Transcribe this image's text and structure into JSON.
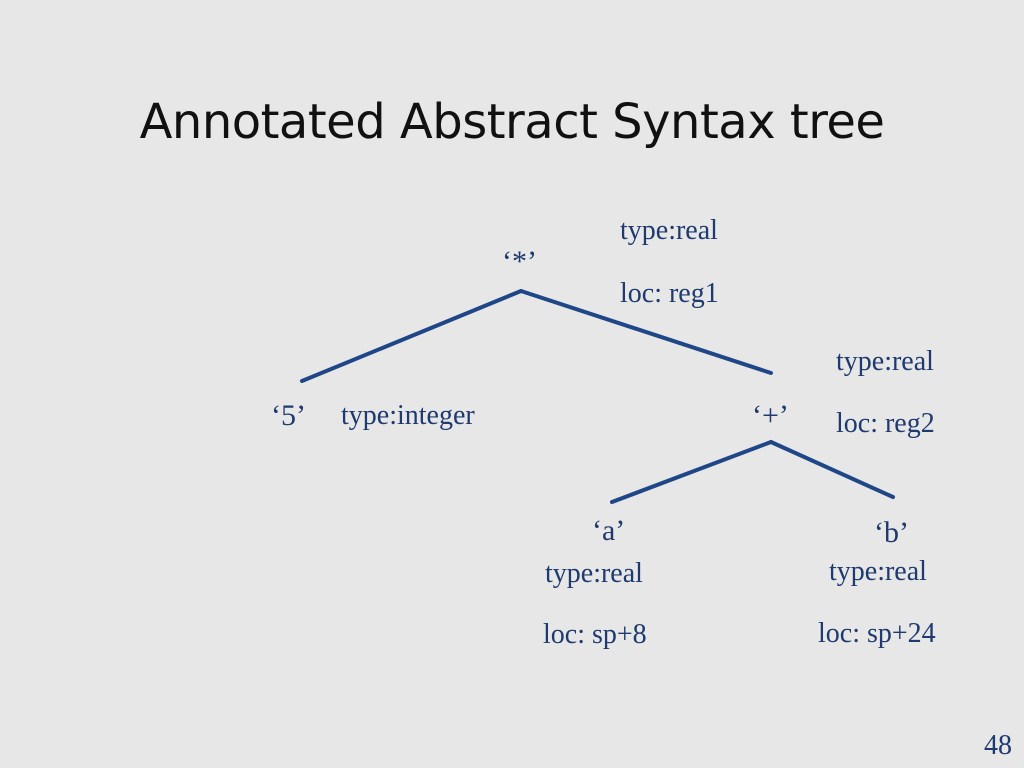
{
  "slide": {
    "title": "Annotated Abstract Syntax tree",
    "page_number": "48"
  },
  "tree": {
    "root": {
      "label": "‘*’",
      "type": "type:real",
      "loc": "loc: reg1"
    },
    "five": {
      "label": "‘5’",
      "type": "type:integer"
    },
    "plus": {
      "label": "‘+’",
      "type": "type:real",
      "loc": "loc: reg2"
    },
    "a": {
      "label": "‘a’",
      "type": "type:real",
      "loc": "loc: sp+8"
    },
    "b": {
      "label": "‘b’",
      "type": "type:real",
      "loc": "loc: sp+24"
    },
    "edges": [
      {
        "from": "root",
        "to": "five"
      },
      {
        "from": "root",
        "to": "plus"
      },
      {
        "from": "plus",
        "to": "a"
      },
      {
        "from": "plus",
        "to": "b"
      }
    ]
  },
  "colors": {
    "background": "#e7e7e7",
    "text": "#1e3a6e",
    "edge": "#1f4788",
    "title": "#111111"
  }
}
